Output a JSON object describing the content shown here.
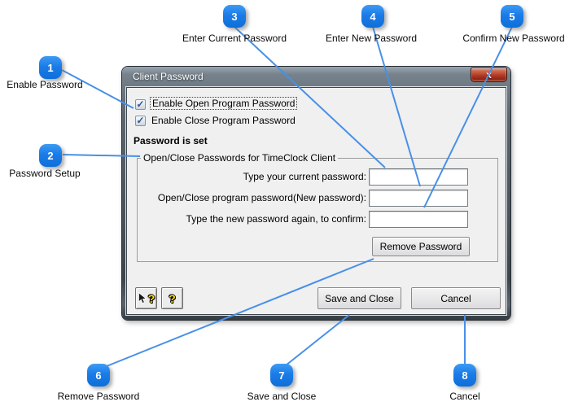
{
  "callouts": [
    {
      "num": "1",
      "label": "Enable Password"
    },
    {
      "num": "2",
      "label": "Password Setup"
    },
    {
      "num": "3",
      "label": "Enter Current Password"
    },
    {
      "num": "4",
      "label": "Enter New Password"
    },
    {
      "num": "5",
      "label": "Confirm New Password"
    },
    {
      "num": "6",
      "label": "Remove Password"
    },
    {
      "num": "7",
      "label": "Save and Close"
    },
    {
      "num": "8",
      "label": "Cancel"
    }
  ],
  "dialog": {
    "title": "Client Password",
    "close_button": "x",
    "checkboxes": [
      {
        "label": "Enable Open Program Password",
        "checked": true,
        "glyph": "✓"
      },
      {
        "label": "Enable Close Program Password",
        "checked": true,
        "glyph": "✓"
      }
    ],
    "status_text": "Password is set",
    "group": {
      "title": "Open/Close Passwords for TimeClock Client",
      "rows": [
        {
          "label": "Type your current password:",
          "value": ""
        },
        {
          "label": "Open/Close program password(New password):",
          "value": ""
        },
        {
          "label": "Type the new password again, to confirm:",
          "value": ""
        }
      ],
      "remove_button": "Remove Password"
    },
    "footer": {
      "help_icon": "?",
      "save_button": "Save and Close",
      "cancel_button": "Cancel"
    }
  },
  "colors": {
    "callout_blue": "#1b7ce8",
    "line_blue": "#4790e8",
    "titlebar_dark": "#4a545c",
    "close_red": "#b23a24",
    "client_bg": "#f0f0f0"
  }
}
